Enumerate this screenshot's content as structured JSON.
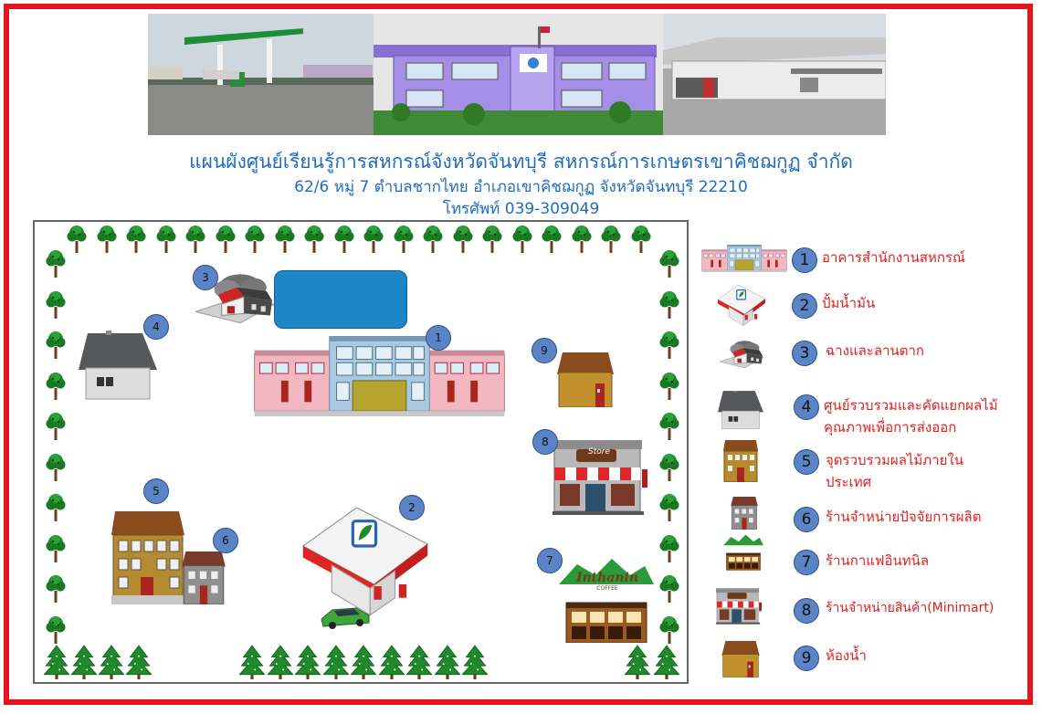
{
  "header": {
    "title": "แผนผังศูนย์เรียนรู้การสหกรณ์จังหวัดจันทบุรี สหกรณ์การเกษตรเขาคิชฌกูฏ จำกัด",
    "address": "62/6 หมู่ 7 ตำบลชากไทย อำเภอเขาคิชฌกูฏ จังหวัดจันทบุรี  22210",
    "phone": "โทรศัพท์  039-309049"
  },
  "photos": [
    {
      "icon": "gas-station-photo"
    },
    {
      "icon": "office-building-photo"
    },
    {
      "icon": "warehouse-photo"
    }
  ],
  "map": {
    "markers": [
      "1",
      "2",
      "3",
      "4",
      "5",
      "6",
      "7",
      "8",
      "9"
    ],
    "coffee_sign": "Inthanin",
    "coffee_sub": "COFFEE",
    "store_sign": "Store"
  },
  "legend": [
    {
      "num": "1",
      "label": "อาคารสำนักงานสหกรณ์",
      "icon": "office-building-icon"
    },
    {
      "num": "2",
      "label": "ปั้มน้ำมัน",
      "icon": "gas-station-icon"
    },
    {
      "num": "3",
      "label": "ฉางและลานตาก",
      "icon": "barn-icon"
    },
    {
      "num": "4",
      "label": "ศูนย์รวบรวมและคัดแยกผลไม้คุณภาพเพื่อการส่งออก",
      "icon": "gray-house-icon"
    },
    {
      "num": "5",
      "label": "จุดรวบรวมผลไม้ภายในประเทศ",
      "icon": "brown-building-icon"
    },
    {
      "num": "6",
      "label": "ร้านจำหน่ายปัจจัยการผลิต",
      "icon": "small-shop-icon"
    },
    {
      "num": "7",
      "label": "ร้านกาแฟอินทนิล",
      "icon": "coffee-shop-icon"
    },
    {
      "num": "8",
      "label": "ร้านจำหน่ายสินค้า(Minimart)",
      "icon": "minimart-icon"
    },
    {
      "num": "9",
      "label": "ห้องน้ำ",
      "icon": "restroom-icon"
    }
  ],
  "colors": {
    "frame": "#e8131b",
    "title": "#1f6cc0",
    "legend_text": "#e0201e",
    "badge": "#5b84c6"
  }
}
